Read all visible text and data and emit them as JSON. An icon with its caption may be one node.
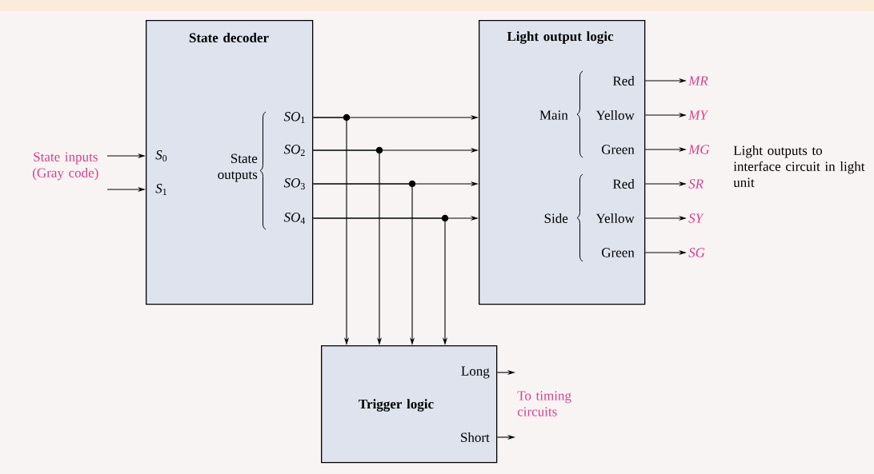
{
  "diagram": {
    "nodes": [
      {
        "text": [
          "State inputs (Gray code)"
        ]
      },
      {
        "text": [
          "State decoder",
          "State outputs"
        ]
      },
      {
        "text": [
          "*S*$_{0}$"
        ],
        "in": 1
      },
      {
        "text": [
          "*S*$_{1}$"
        ],
        "in": 1
      },
      {
        "text": [
          "*SO*$_{1}$"
        ],
        "in": 1
      },
      {
        "text": [
          "*SO*$_{2}$"
        ],
        "in": 1
      },
      {
        "text": [
          "*SO*$_{3}$"
        ],
        "in": 1
      },
      {
        "text": [
          "*SO*$_{4}$"
        ],
        "in": 1
      },
      {
        "text": [
          "Light output logic",
          "Main",
          "Side"
        ]
      },
      {
        "text": [
          "Red"
        ],
        "in": 8
      },
      {
        "text": [
          "Yellow"
        ],
        "in": 8
      },
      {
        "text": [
          "Green"
        ],
        "in": 8
      },
      {
        "text": [
          "Red"
        ],
        "in": 8
      },
      {
        "text": [
          "Yellow"
        ],
        "in": 8
      },
      {
        "text": [
          "Green"
        ],
        "in": 8
      },
      {
        "text": [
          "MR"
        ]
      },
      {
        "text": [
          "MY"
        ]
      },
      {
        "text": [
          "MG"
        ]
      },
      {
        "text": [
          "SR"
        ]
      },
      {
        "text": [
          "SY"
        ]
      },
      {
        "text": [
          "SG"
        ]
      },
      {
        "text": [
          "Trigger logic"
        ]
      },
      {
        "text": [
          "Long"
        ],
        "in": 21
      },
      {
        "text": [
          "Short"
        ],
        "in": 21
      },
      {
        "text": [
          "To timing circuits"
        ]
      }
    ],
    "edges": [
      {
        "from": 0,
        "to": 2,
        "arrow": "to"
      },
      {
        "from": 0,
        "to": 3,
        "arrow": "to"
      },
      {
        "from": 4,
        "to": 8,
        "arrow": "to"
      },
      {
        "from": 5,
        "to": 8,
        "arrow": "to"
      },
      {
        "from": 6,
        "to": 8,
        "arrow": "to"
      },
      {
        "from": 7,
        "to": 8,
        "arrow": "to"
      },
      {
        "from": 4,
        "to": 21,
        "arrow": "to"
      },
      {
        "from": 5,
        "to": 21,
        "arrow": "to"
      },
      {
        "from": 6,
        "to": 21,
        "arrow": "to"
      },
      {
        "from": 7,
        "to": 21,
        "arrow": "to"
      },
      {
        "from": 9,
        "to": 15,
        "arrow": "to"
      },
      {
        "from": 10,
        "to": 16,
        "arrow": "to"
      },
      {
        "from": 11,
        "to": 17,
        "arrow": "to"
      },
      {
        "from": 12,
        "to": 18,
        "arrow": "to"
      },
      {
        "from": 13,
        "to": 19,
        "arrow": "to"
      },
      {
        "from": 14,
        "to": 20,
        "arrow": "to"
      },
      {
        "from": 22,
        "to": 24,
        "arrow": "to"
      },
      {
        "from": 23,
        "to": 24,
        "arrow": "to"
      }
    ],
    "labels": [
      "Light outputs to interface circuit in light unit"
    ]
  }
}
